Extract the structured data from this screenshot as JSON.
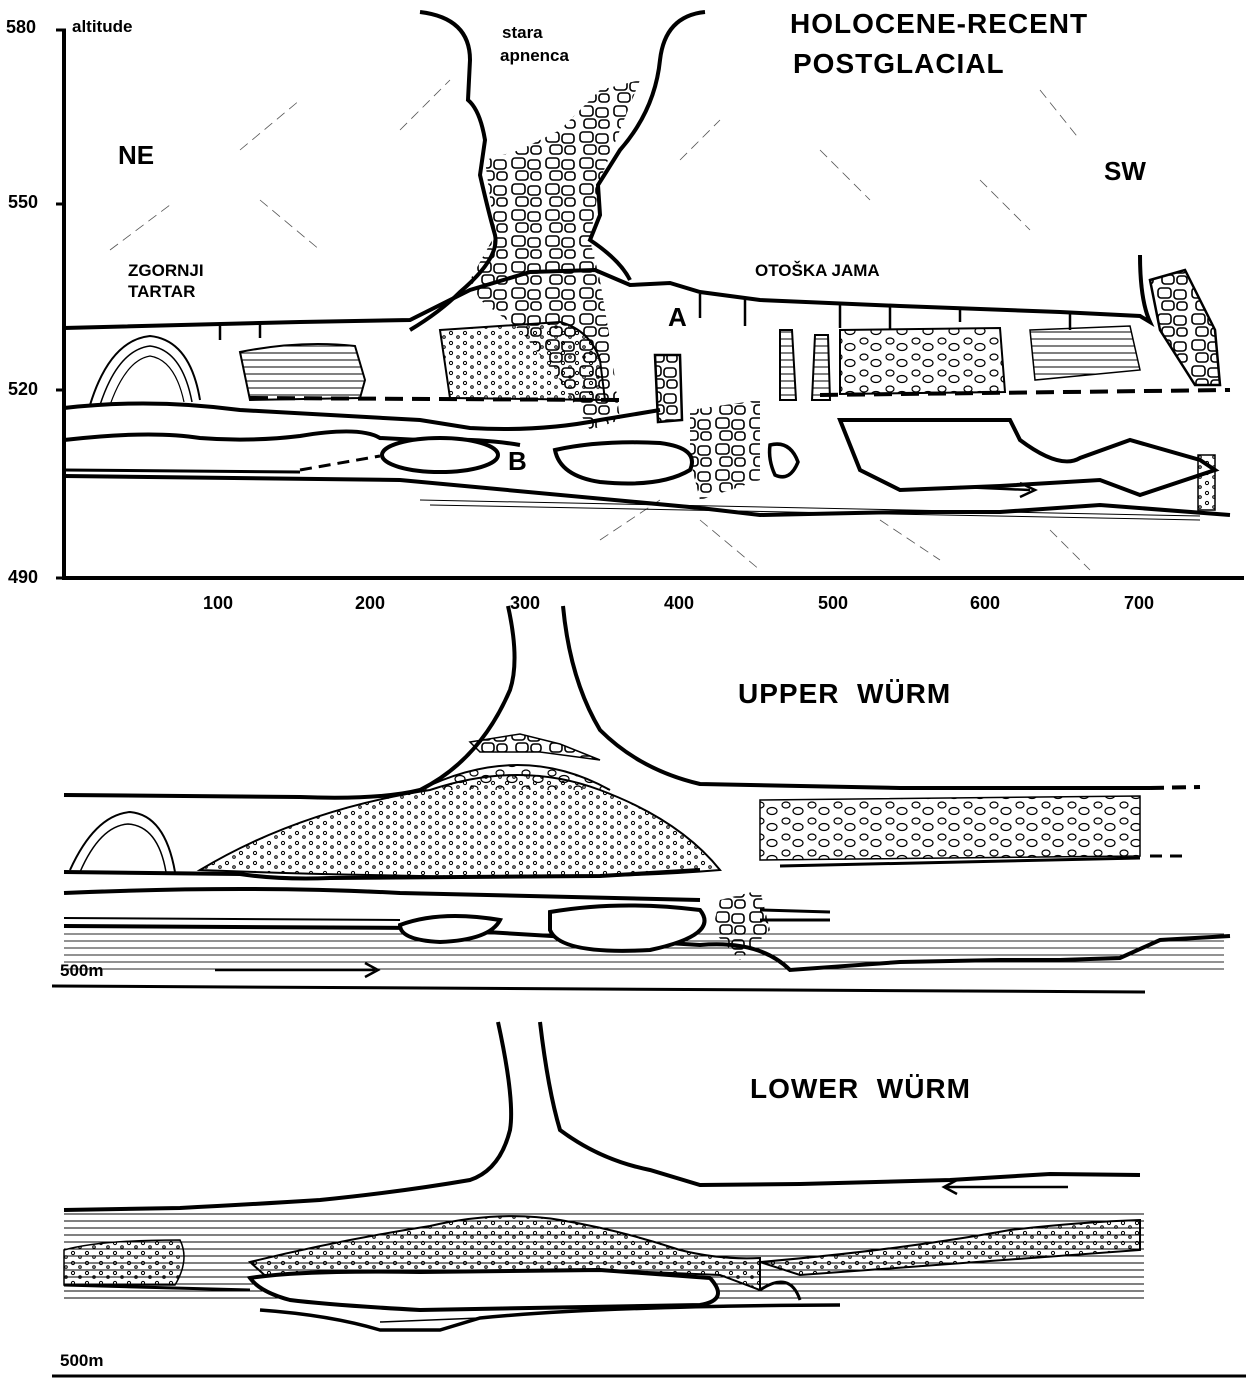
{
  "top_panel": {
    "title_line1": "HOLOCENE-RECENT",
    "title_line2": "POSTGLACIAL",
    "y_axis_label": "altitude",
    "y_ticks": [
      "580",
      "550",
      "520",
      "490"
    ],
    "x_ticks": [
      "100",
      "200",
      "300",
      "400",
      "500",
      "600",
      "700"
    ],
    "ne_label": "NE",
    "sw_label": "SW",
    "zgornji_line1": "ZGORNJI",
    "zgornji_line2": "TARTAR",
    "otoska_label": "OTOŠKA JAMA",
    "stara_line1": "stara",
    "stara_line2": "apnenca",
    "label_a": "A",
    "label_b": "B"
  },
  "middle_panel": {
    "title": "UPPER  WÜRM",
    "scale_label": "500m"
  },
  "bottom_panel": {
    "title": "LOWER  WÜRM",
    "scale_label": "500m"
  }
}
